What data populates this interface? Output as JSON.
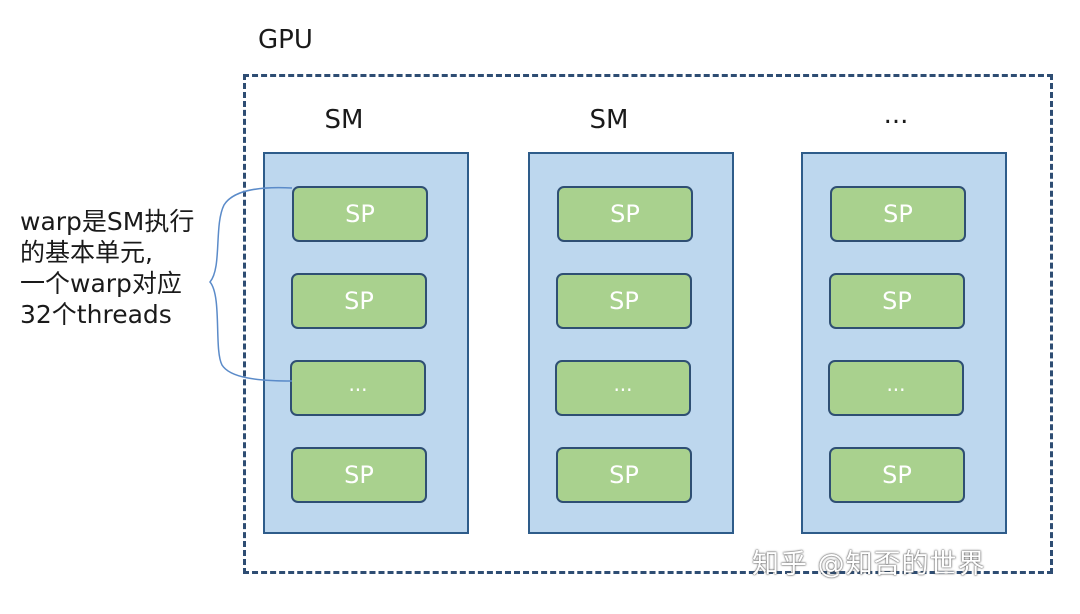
{
  "gpu": {
    "label": "GPU"
  },
  "sms": [
    {
      "label": "SM",
      "units": [
        "SP",
        "SP",
        "...",
        "SP"
      ]
    },
    {
      "label": "SM",
      "units": [
        "SP",
        "SP",
        "...",
        "SP"
      ]
    },
    {
      "label": "...",
      "units": [
        "SP",
        "SP",
        "...",
        "SP"
      ]
    }
  ],
  "note": {
    "lines": [
      "warp是SM执行",
      "的基本单元,",
      "一个warp对应",
      "32个threads"
    ]
  },
  "watermark": "知乎 @知否的世界",
  "colors": {
    "gpu_border": "#2e4d73",
    "sm_fill": "#bdd7ee",
    "sm_border": "#2e5c8a",
    "sp_fill": "#a9d18e",
    "sp_border": "#2f4f73",
    "brace": "#5b8bc9"
  }
}
